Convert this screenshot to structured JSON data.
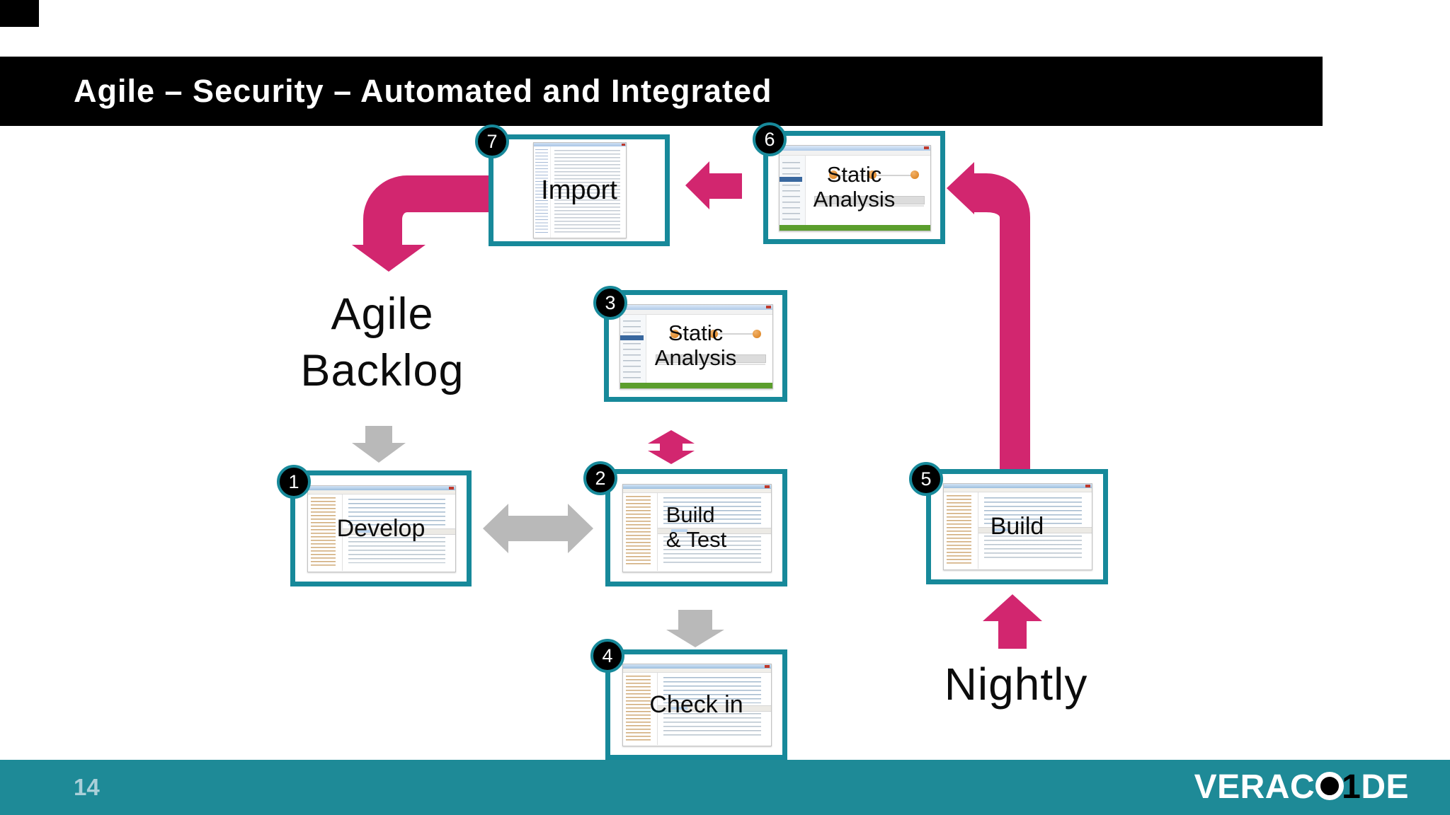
{
  "header": {
    "title": "Agile – Security – Automated and Integrated"
  },
  "footer": {
    "page_number": "14",
    "logo": {
      "part1": "VERAC",
      "part2": "O",
      "part3": "1",
      "part4": "DE"
    }
  },
  "annotations": {
    "agile_backlog_line1": "Agile",
    "agile_backlog_line2": "Backlog",
    "nightly": "Nightly"
  },
  "boxes": {
    "b1": {
      "number": "1",
      "label": "Develop"
    },
    "b2": {
      "number": "2",
      "label_line1": "Build",
      "label_line2": "& Test"
    },
    "b3": {
      "number": "3",
      "label_line1": "Static",
      "label_line2": "Analysis"
    },
    "b4": {
      "number": "4",
      "label": "Check in"
    },
    "b5": {
      "number": "5",
      "label": "Build"
    },
    "b6": {
      "number": "6",
      "label_line1": "Static",
      "label_line2": "Analysis"
    },
    "b7": {
      "number": "7",
      "label": "Import"
    }
  },
  "colors": {
    "accent_teal": "#17899a",
    "accent_pink": "#d2266f",
    "arrow_gray": "#b9b9b9",
    "footer_teal": "#1e8a97"
  }
}
